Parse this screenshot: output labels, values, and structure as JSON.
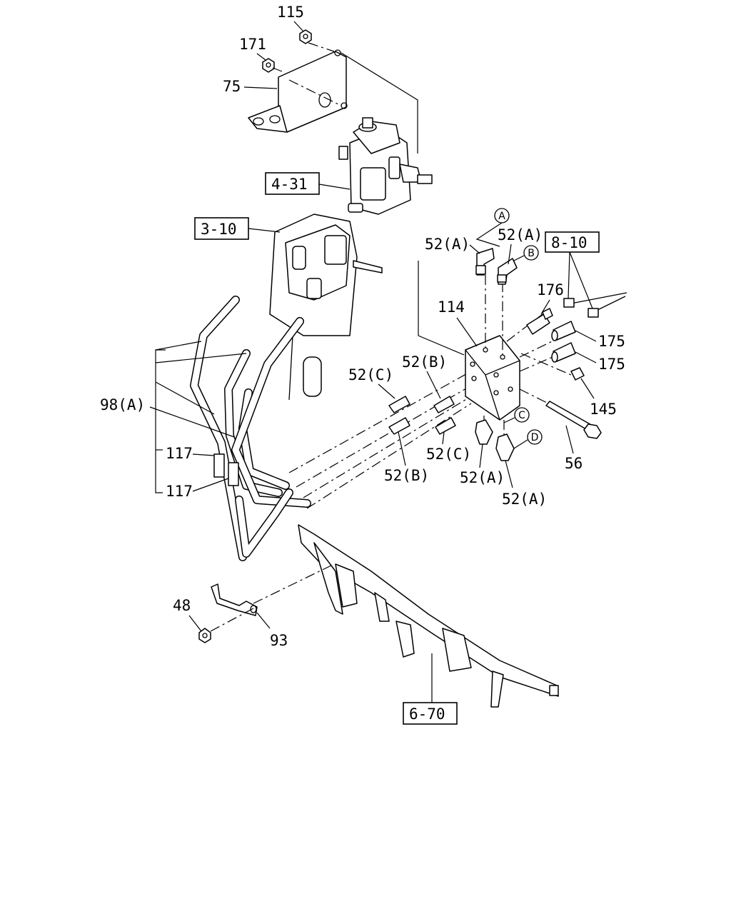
{
  "parts": {
    "p115": "115",
    "p171": "171",
    "p75": "75",
    "p114": "114",
    "p176": "176",
    "p175a": "175",
    "p175b": "175",
    "p145": "145",
    "p56": "56",
    "p98a": "98(A)",
    "p117a": "117",
    "p117b": "117",
    "p48": "48",
    "p93": "93",
    "p52a_1": "52(A)",
    "p52a_2": "52(A)",
    "p52a_3": "52(A)",
    "p52a_4": "52(A)",
    "p52b_1": "52(B)",
    "p52b_2": "52(B)",
    "p52c_1": "52(C)",
    "p52c_2": "52(C)"
  },
  "refs": {
    "r4_31": "4-31",
    "r3_10": "3-10",
    "r8_10": "8-10",
    "r6_70": "6-70"
  },
  "connectors": {
    "A": "A",
    "B": "B",
    "C": "C",
    "D": "D"
  }
}
